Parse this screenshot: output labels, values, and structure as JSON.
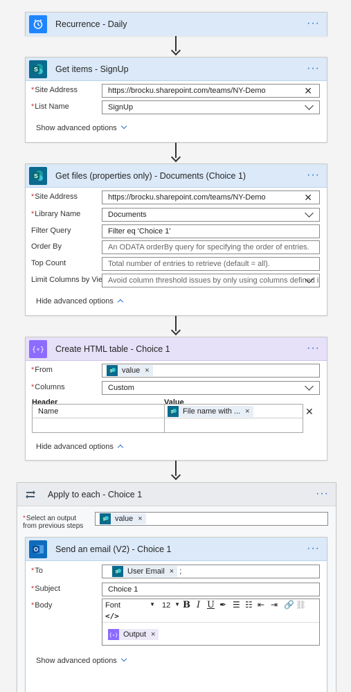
{
  "steps": {
    "recurrence": {
      "title": "Recurrence - Daily",
      "more": "···"
    },
    "get_items": {
      "title": "Get items - SignUp",
      "more": "···",
      "site_label": "Site Address",
      "site_value": "https://brocku.sharepoint.com/teams/NY-Demo",
      "list_label": "List Name",
      "list_value": "SignUp",
      "advanced": "Show advanced options"
    },
    "get_files": {
      "title": "Get files (properties only) - Documents (Choice 1)",
      "more": "···",
      "site_label": "Site Address",
      "site_value": "https://brocku.sharepoint.com/teams/NY-Demo",
      "library_label": "Library Name",
      "library_value": "Documents",
      "filter_label": "Filter Query",
      "filter_value": "Filter eq 'Choice 1'",
      "order_label": "Order By",
      "order_placeholder": "An ODATA orderBy query for specifying the order of entries.",
      "top_label": "Top Count",
      "top_placeholder": "Total number of entries to retrieve (default = all).",
      "limit_label": "Limit Columns by View",
      "limit_placeholder": "Avoid column threshold issues by only using columns defined in a view",
      "advanced": "Hide advanced options"
    },
    "html_table": {
      "title": "Create HTML table - Choice 1",
      "more": "···",
      "from_label": "From",
      "from_token": "value",
      "columns_label": "Columns",
      "columns_value": "Custom",
      "header_col": "Header",
      "value_col": "Value",
      "row_header": "Name",
      "row_value_token": "File name with ...",
      "advanced": "Hide advanced options"
    },
    "apply_each": {
      "title": "Apply to each - Choice 1",
      "more": "···",
      "select_label_1": "Select an output",
      "select_label_2": "from previous steps",
      "select_token": "value"
    },
    "send_email": {
      "title": "Send an email (V2) - Choice 1",
      "more": "···",
      "to_label": "To",
      "to_token": "User Email",
      "to_suffix": ";",
      "subject_label": "Subject",
      "subject_value": "Choice 1",
      "body_label": "Body",
      "font_value": "Font",
      "size_value": "12",
      "code_view": "</>",
      "body_token": "Output",
      "advanced": "Show advanced options"
    }
  },
  "colors": {
    "accent": "#2b6fc6",
    "sharepoint": "#0b6a8e",
    "data_op": "#8c6cff",
    "required": "#d13438"
  }
}
